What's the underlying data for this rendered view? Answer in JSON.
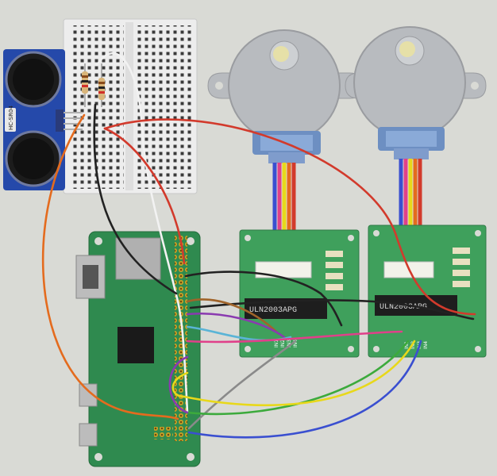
{
  "sensor": {
    "label": "HC-SR04"
  },
  "drivers": [
    {
      "chip_label": "ULN2003APG",
      "pin_labels": [
        "IN1",
        "IN2",
        "IN3",
        "IN4"
      ]
    },
    {
      "chip_label": "ULN2003APG",
      "pin_labels": [
        "IN1",
        "IN2",
        "IN3",
        "IN4"
      ]
    }
  ],
  "colors": {
    "background": "#d8d8d3",
    "breadboard": "#ececec",
    "sensor_board": "#2448a8",
    "pi_board": "#2e8a4e",
    "driver_board": "#3f9e5a",
    "motor_body": "#b5b8bd",
    "wire_red": "#d23a2c",
    "wire_orange": "#e46b1e",
    "wire_black": "#222222",
    "wire_white": "#f0f0f0",
    "wire_blue": "#3a4fd0",
    "wire_pink": "#e0408a",
    "wire_purple": "#8a3ab0",
    "wire_yellow": "#e8d81a",
    "wire_green": "#3caa3c",
    "wire_grey": "#8a8a8a",
    "wire_cyan": "#5ab4d6",
    "wire_brown": "#a0642a"
  }
}
